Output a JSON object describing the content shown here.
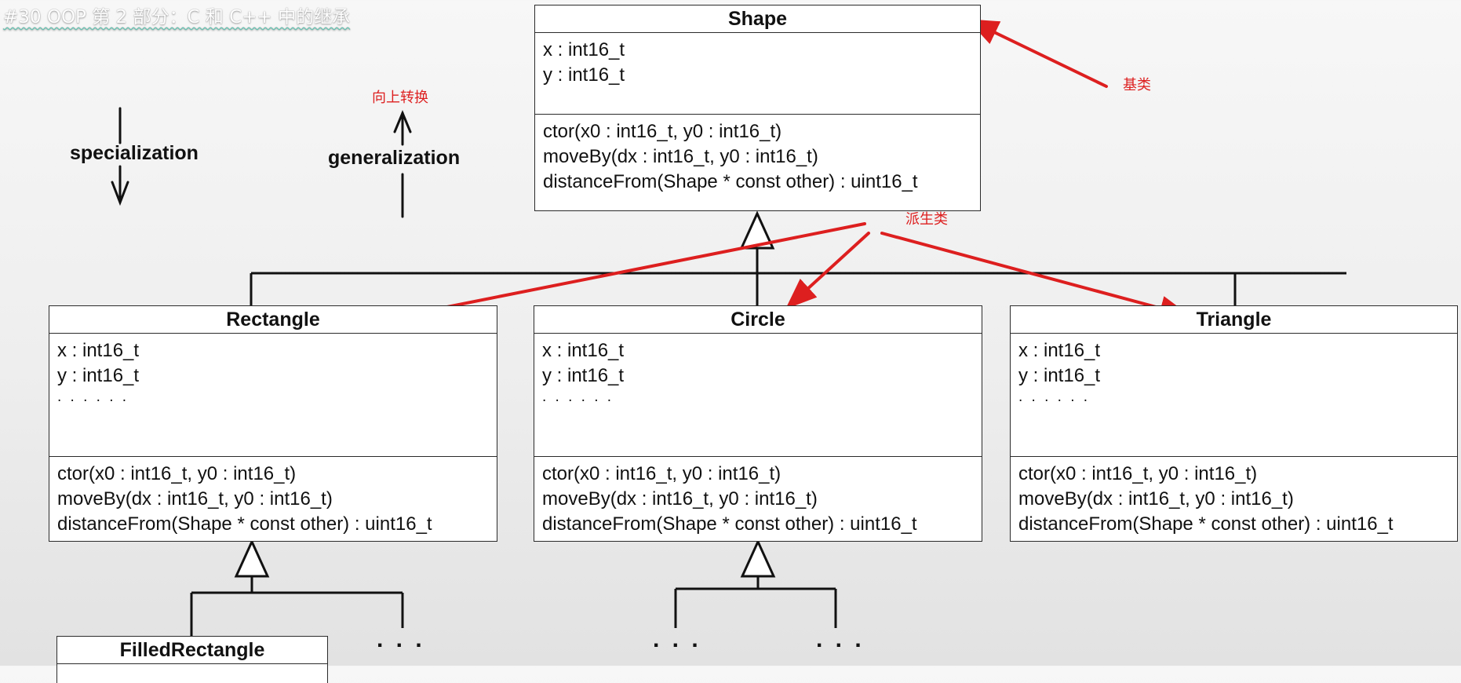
{
  "video_title": "#30 OOP 第 2 部分：C 和 C++ 中的继承",
  "direction_labels": {
    "specialization": "specialization",
    "generalization": "generalization"
  },
  "annotations": {
    "upcast": "向上转换",
    "base_class": "基类",
    "derived_class": "派生类"
  },
  "colors": {
    "annotation": "#dd1f1f",
    "line": "#111111",
    "box_border": "#2b2b2b"
  },
  "classes": {
    "shape": {
      "name": "Shape",
      "attributes": [
        "x : int16_t",
        "y : int16_t"
      ],
      "methods": [
        "ctor(x0 : int16_t, y0 : int16_t)",
        "moveBy(dx : int16_t, y0 : int16_t)",
        "distanceFrom(Shape * const other) : uint16_t"
      ]
    },
    "rectangle": {
      "name": "Rectangle",
      "attributes": [
        "x : int16_t",
        "y : int16_t",
        ". . . . . ."
      ],
      "methods": [
        "ctor(x0 : int16_t, y0 : int16_t)",
        "moveBy(dx : int16_t, y0 : int16_t)",
        "distanceFrom(Shape * const other) : uint16_t",
        ". . . . . ."
      ]
    },
    "circle": {
      "name": "Circle",
      "attributes": [
        "x : int16_t",
        "y : int16_t",
        ". . . . . ."
      ],
      "methods": [
        "ctor(x0 : int16_t, y0 : int16_t)",
        "moveBy(dx : int16_t, y0 : int16_t)",
        "distanceFrom(Shape * const other) : uint16_t",
        ". . . . . ."
      ]
    },
    "triangle": {
      "name": "Triangle",
      "attributes": [
        "x : int16_t",
        "y : int16_t",
        ". . . . . ."
      ],
      "methods": [
        "ctor(x0 : int16_t, y0 : int16_t)",
        "moveBy(dx : int16_t, y0 : int16_t)",
        "distanceFrom(Shape * const other) : uint16_t",
        ". . . . . ."
      ]
    },
    "filled_rectangle": {
      "name": "FilledRectangle"
    }
  },
  "more_subclasses_ellipsis": ". . ."
}
